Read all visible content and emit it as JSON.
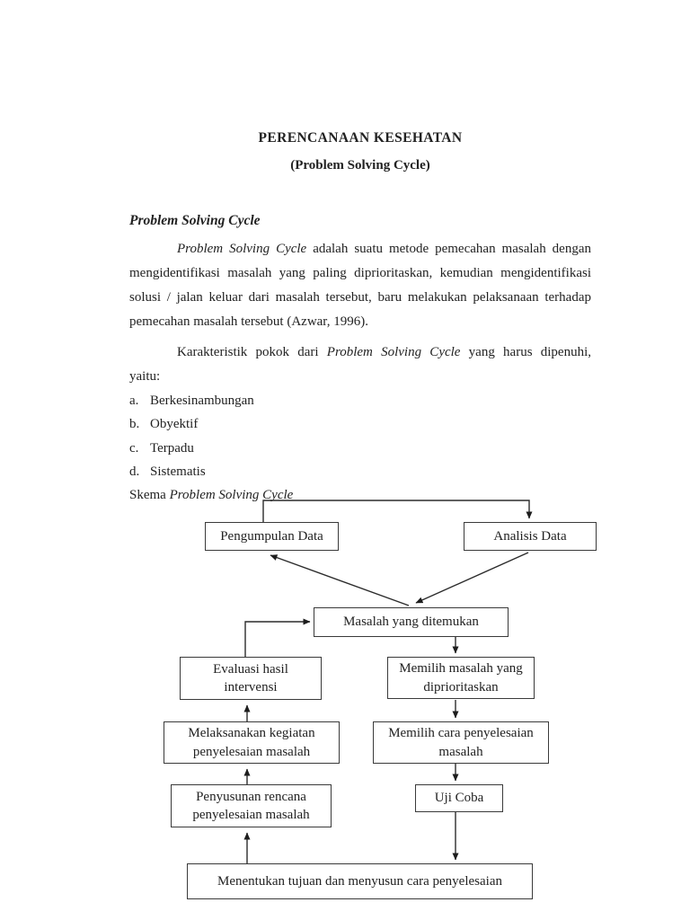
{
  "doc": {
    "title_line1": "PERENCANAAN KESEHATAN",
    "title_line2": "(Problem Solving Cycle)",
    "section_heading": "Problem Solving Cycle",
    "paragraph1": {
      "italic": "Problem Solving Cycle",
      "rest": " adalah suatu metode pemecahan masalah dengan mengidentifikasi masalah yang paling diprioritaskan, kemudian mengidentifikasi solusi / jalan keluar dari masalah tersebut, baru melakukan pelaksanaan terhadap pemecahan masalah tersebut (Azwar, 1996)."
    },
    "paragraph2": {
      "prefix": "Karakteristik pokok dari ",
      "italic": "Problem Solving Cycle",
      "suffix": " yang harus dipenuhi,",
      "line2": "yaitu:"
    },
    "list": [
      {
        "marker": "a.",
        "text": "Berkesinambungan"
      },
      {
        "marker": "b.",
        "text": "Obyektif"
      },
      {
        "marker": "c.",
        "text": "Terpadu"
      },
      {
        "marker": "d.",
        "text": "Sistematis"
      }
    ],
    "schema_caption": {
      "prefix": "Skema ",
      "italic": "Problem Solving Cycle"
    }
  },
  "flowchart": {
    "nodes": {
      "pengumpulan": "Pengumpulan Data",
      "analisis": "Analisis Data",
      "masalah": "Masalah yang ditemukan",
      "evaluasi": "Evaluasi hasil intervensi",
      "memilih_masalah": "Memilih masalah yang diprioritaskan",
      "melaksanakan": "Melaksanakan kegiatan penyelesaian masalah",
      "memilih_cara": "Memilih cara penyelesaian masalah",
      "penyusunan": "Penyusunan rencana penyelesaian masalah",
      "uji_coba": "Uji Coba",
      "menentukan": "Menentukan tujuan dan menyusun cara penyelesaian"
    },
    "colors": {
      "line": "#2c2c2c",
      "border": "#3a3a3a",
      "text": "#222222",
      "page_background": "#ffffff"
    }
  }
}
